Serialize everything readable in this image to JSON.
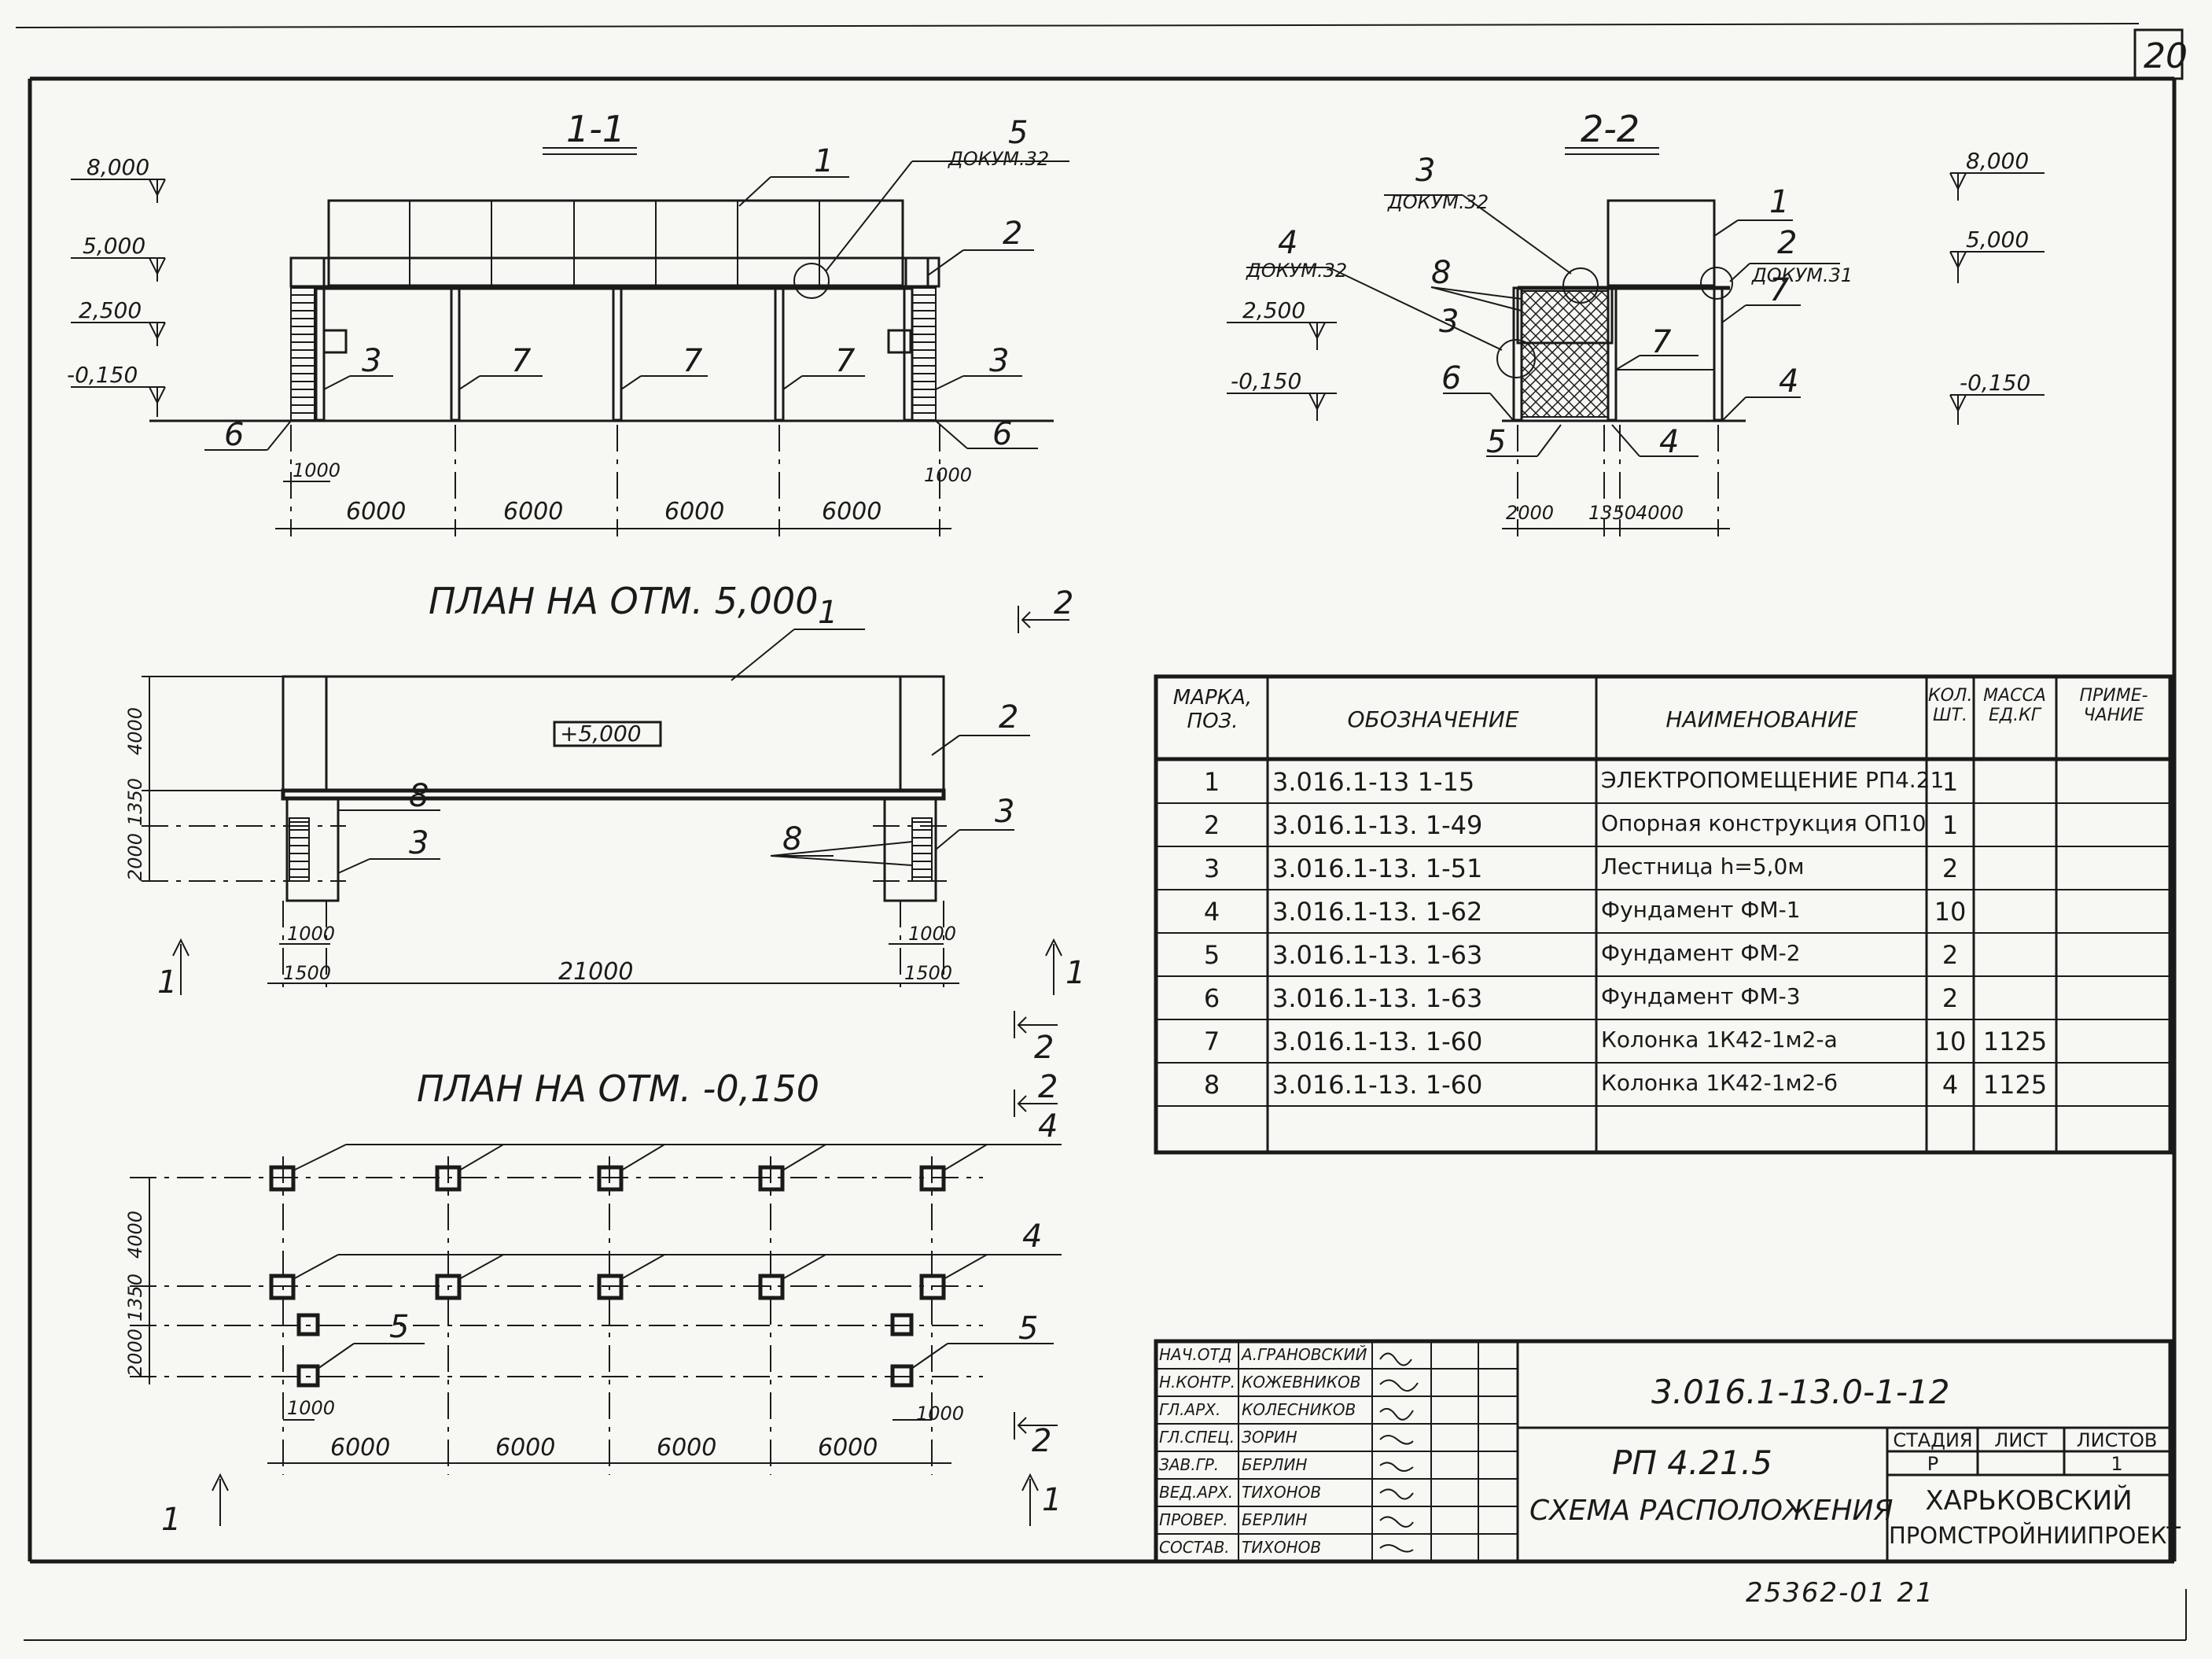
{
  "sheet": {
    "page_number": "20",
    "footer_code": "25362-01   21"
  },
  "views": {
    "section_1": {
      "title": "1-1",
      "ref_5": "5",
      "ref_5_doc": "ДОКУМ.32"
    },
    "section_2": {
      "title": "2-2",
      "ref_3": "3",
      "ref_3_doc": "ДОКУМ.32",
      "ref_4": "4",
      "ref_4_doc": "ДОКУМ.32",
      "ref_2": "2",
      "ref_2_doc": "ДОКУМ.31"
    },
    "plan_5000": {
      "title": "ПЛАН НА ОТМ. 5,000",
      "level_box": "+5,000"
    },
    "plan_0150": {
      "title": "ПЛАН НА ОТМ. -0,150"
    }
  },
  "levels": {
    "l8": "8,000",
    "l5": "5,000",
    "l25": "2,500",
    "l015": "-0,150"
  },
  "dims": {
    "d6000": "6000",
    "d1000": "1000",
    "d21000": "21000",
    "d1500": "1500",
    "d4000": "4000",
    "d2000": "2000",
    "d1350": "1350"
  },
  "marks": {
    "m1": "1",
    "m2": "2",
    "m3": "3",
    "m4": "4",
    "m5": "5",
    "m6": "6",
    "m7": "7",
    "m8": "8"
  },
  "spec_table": {
    "headers": [
      "МАРКА, ПОЗ.",
      "ОБОЗНАЧЕНИЕ",
      "НАИМЕНОВАНИЕ",
      "КОЛ. ШТ.",
      "МАССА ЕД.КГ",
      "ПРИМЕ- ЧАНИЕ"
    ],
    "rows": [
      {
        "pos": "1",
        "code": "3.016.1-13  1-15",
        "name": "ЭЛЕКТРОПОМЕЩЕНИЕ РП4.21",
        "qty": "1",
        "mass": "",
        "note": ""
      },
      {
        "pos": "2",
        "code": "3.016.1-13. 1-49",
        "name": "Опорная конструкция ОП10",
        "qty": "1",
        "mass": "",
        "note": ""
      },
      {
        "pos": "3",
        "code": "3.016.1-13. 1-51",
        "name": "Лестница h=5,0м",
        "qty": "2",
        "mass": "",
        "note": ""
      },
      {
        "pos": "4",
        "code": "3.016.1-13. 1-62",
        "name": "Фундамент ФМ-1",
        "qty": "10",
        "mass": "",
        "note": ""
      },
      {
        "pos": "5",
        "code": "3.016.1-13. 1-63",
        "name": "Фундамент ФМ-2",
        "qty": "2",
        "mass": "",
        "note": ""
      },
      {
        "pos": "6",
        "code": "3.016.1-13. 1-63",
        "name": "Фундамент ФМ-3",
        "qty": "2",
        "mass": "",
        "note": ""
      },
      {
        "pos": "7",
        "code": "3.016.1-13. 1-60",
        "name": "Колонка 1К42-1м2-а",
        "qty": "10",
        "mass": "1125",
        "note": ""
      },
      {
        "pos": "8",
        "code": "3.016.1-13. 1-60",
        "name": "Колонка 1К42-1м2-б",
        "qty": "4",
        "mass": "1125",
        "note": ""
      }
    ]
  },
  "title_block": {
    "doc_code": "3.016.1-13.0-1-12",
    "object": "РП 4.21.5",
    "sheet_name": "СХЕМА РАСПОЛОЖЕНИЯ",
    "stage_label": "СТАДИЯ",
    "sheet_label": "ЛИСТ",
    "sheets_label": "ЛИСТОВ",
    "stage": "Р",
    "sheet": "",
    "sheets": "1",
    "org_line1": "ХАРЬКОВСКИЙ",
    "org_line2": "ПРОМСТРОЙНИИПРОЕКТ",
    "staff": [
      {
        "role": "НАЧ.ОТД",
        "name": "А.ГРАНОВСКИЙ"
      },
      {
        "role": "Н.КОНТР.",
        "name": "КОЖЕВНИКОВ"
      },
      {
        "role": "ГЛ.АРХ.",
        "name": "КОЛЕСНИКОВ"
      },
      {
        "role": "ГЛ.СПЕЦ.",
        "name": "ЗОРИН"
      },
      {
        "role": "ЗАВ.ГР.",
        "name": "БЕРЛИН"
      },
      {
        "role": "ВЕД.АРХ.",
        "name": "ТИХОНОВ"
      },
      {
        "role": "ПРОВЕР.",
        "name": "БЕРЛИН"
      },
      {
        "role": "СОСТАВ.",
        "name": "ТИХОНОВ"
      }
    ]
  }
}
